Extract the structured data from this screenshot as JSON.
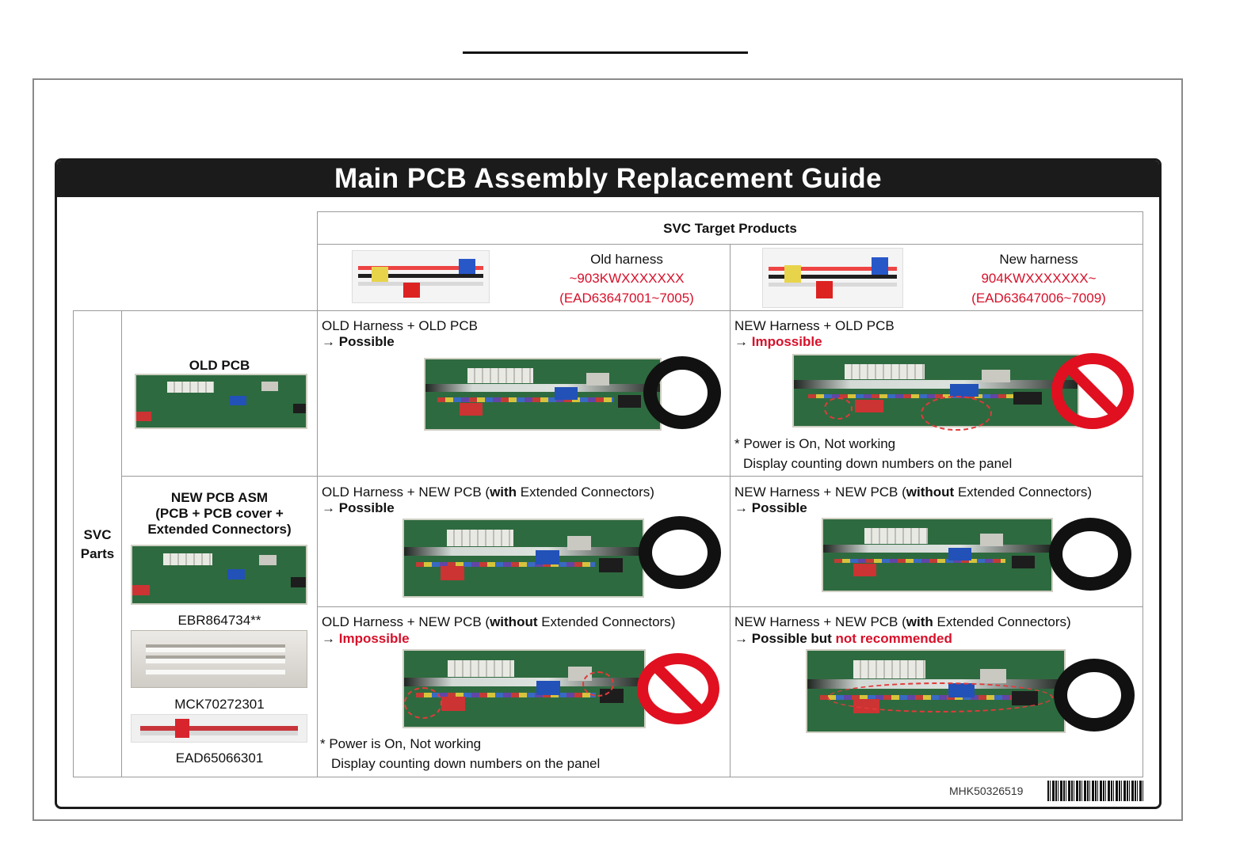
{
  "document": {
    "title": "Main PCB Assembly Replacement Guide",
    "footer_code": "MHK50326519"
  },
  "header": {
    "svc_target_products": "SVC Target Products",
    "old_harness": {
      "label": "Old harness",
      "code": "~903KWXXXXXXX",
      "range": "(EAD63647001~7005)"
    },
    "new_harness": {
      "label": "New harness",
      "code": "904KWXXXXXXX~",
      "range": "(EAD63647006~7009)"
    }
  },
  "parts": {
    "svc_parts_line1": "SVC",
    "svc_parts_line2": "Parts",
    "old_pcb": "OLD PCB",
    "new_pcb_line1": "NEW PCB ASM",
    "new_pcb_line2": "(PCB + PCB cover +",
    "new_pcb_line3": "Extended Connectors)",
    "code_pcb": "EBR864734**",
    "code_cover": "MCK70272301",
    "code_connector": "EAD65066301"
  },
  "cells": {
    "c1": {
      "title": "OLD Harness + OLD PCB",
      "arrow": "→",
      "result": "Possible"
    },
    "c2": {
      "title": "NEW Harness + OLD PCB",
      "arrow": "→",
      "result": "Impossible",
      "note1": "* Power is On, Not working",
      "note2": "Display counting down numbers on the panel"
    },
    "c3": {
      "t1": "OLD Harness + NEW PCB (",
      "t2": "with",
      "t3": " Extended Connectors)",
      "arrow": "→",
      "result": "Possible"
    },
    "c4": {
      "t1": "NEW Harness + NEW PCB (",
      "t2": "without",
      "t3": " Extended Connectors)",
      "arrow": "→",
      "result": "Possible"
    },
    "c5": {
      "t1": "OLD Harness + NEW PCB (",
      "t2": "without",
      "t3": " Extended Connectors)",
      "arrow": "→",
      "result": "Impossible",
      "note1": "* Power is On, Not working",
      "note2": "Display counting down numbers on the panel"
    },
    "c6": {
      "t1": "NEW Harness + NEW PCB (",
      "t2": "with",
      "t3": " Extended Connectors)",
      "arrow": "→",
      "result_a": "Possible but ",
      "result_b": "not recommended"
    }
  },
  "colors": {
    "accent_red": "#d7102a",
    "title_bar": "#1b1b1b",
    "pcb_green": "#2e6a3f"
  }
}
